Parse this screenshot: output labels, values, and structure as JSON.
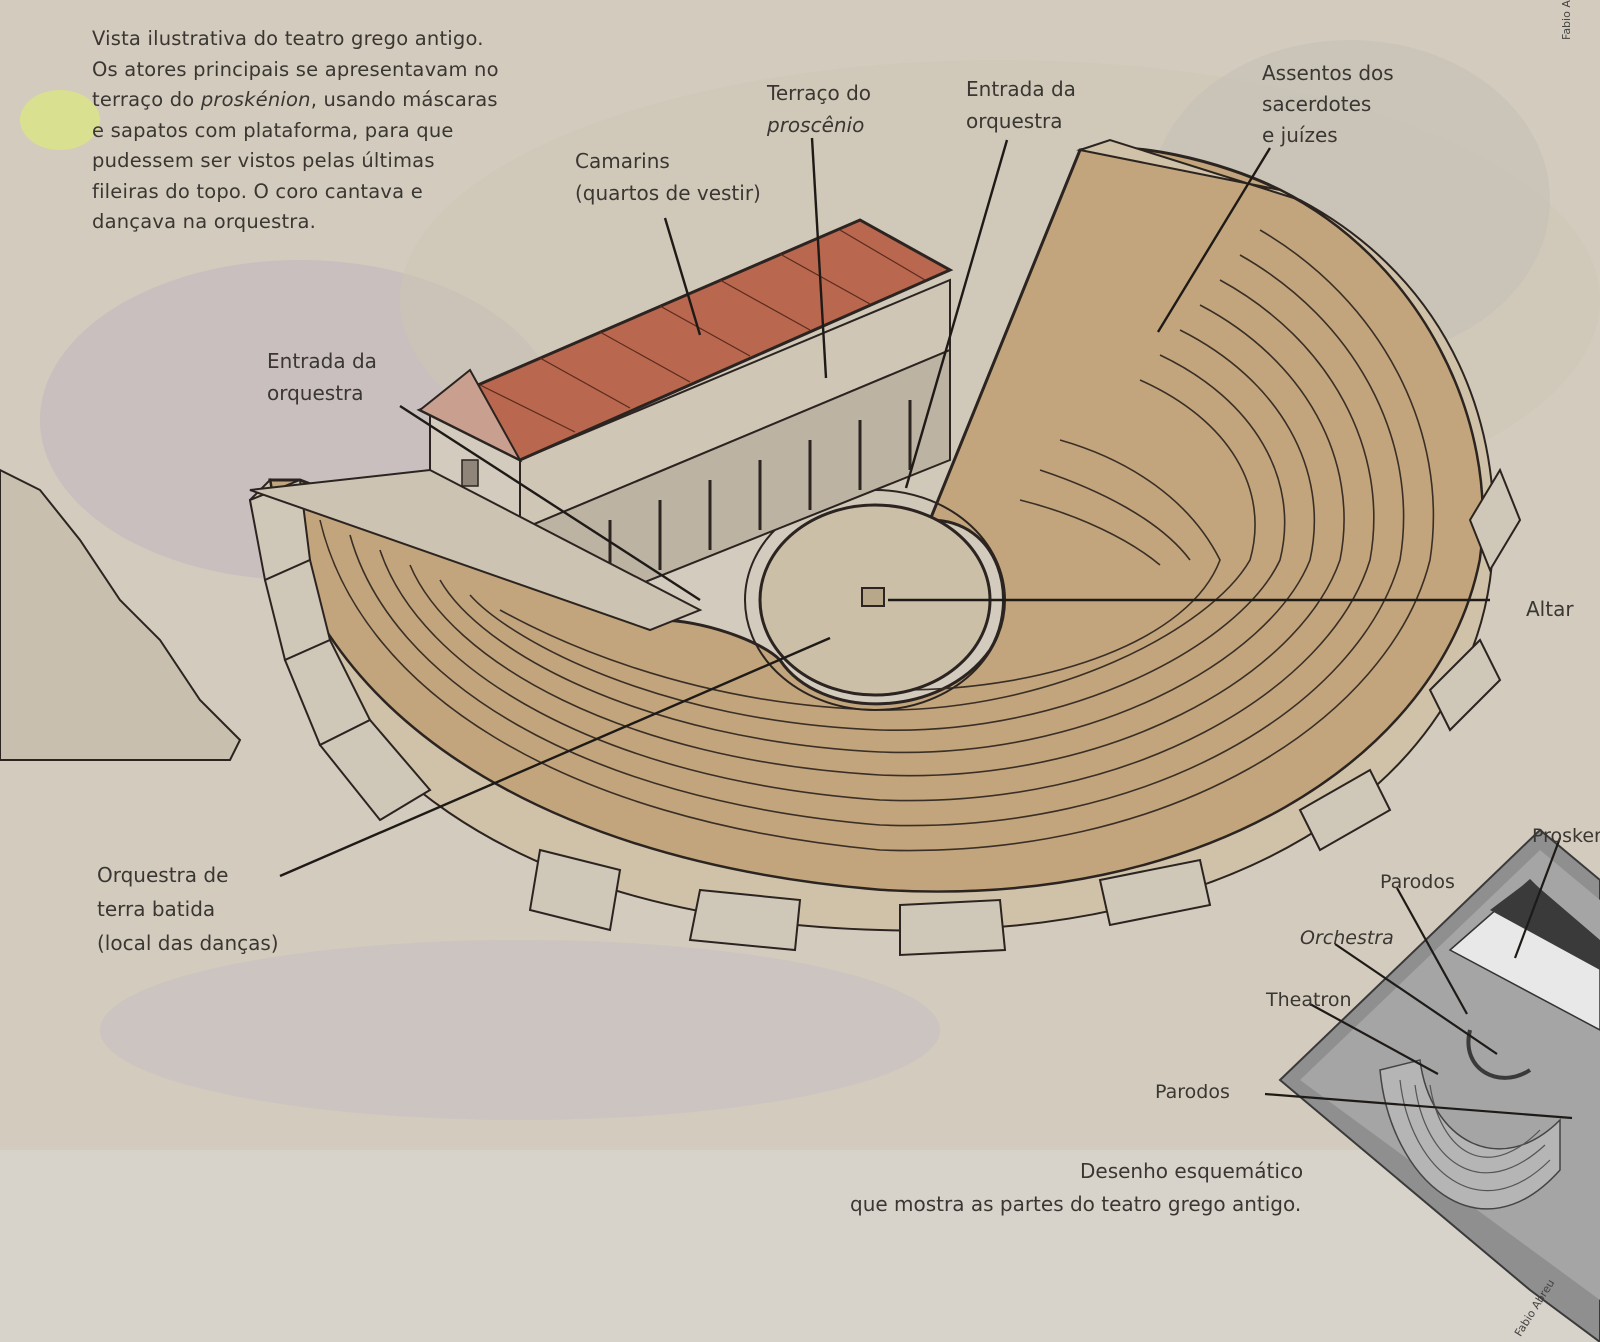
{
  "intro": {
    "lines": [
      "Vista ilustrativa do teatro grego antigo.",
      "Os atores principais se apresentavam no",
      "terraço do ",
      "e sapatos com plataforma, para que",
      "pudessem ser vistos pelas últimas",
      "fileiras do topo. O coro cantava e",
      "dançava na orquestra."
    ],
    "line3_italic": "proskénion",
    "line3_rest": ", usando máscaras"
  },
  "labels": {
    "camarins": [
      "Camarins",
      "(quartos de vestir)"
    ],
    "terraco": [
      "Terraço do",
      "proscênio"
    ],
    "entrada_right": [
      "Entrada da",
      "orquestra"
    ],
    "entrada_left": [
      "Entrada da",
      "orquestra"
    ],
    "assentos": [
      "Assentos dos",
      "sacerdotes",
      "e juízes"
    ],
    "altar": "Altar",
    "orquestra_terra": [
      "Orquestra de",
      "terra batida",
      "(local das danças)"
    ]
  },
  "schematic": {
    "prosken": "Prosken",
    "parodos_top": "Parodos",
    "orchestra": "Orchestra",
    "theatron": "Theatron",
    "parodos_bottom": "Parodos"
  },
  "caption": [
    "Desenho esquemático",
    "que mostra as partes  do teatro grego antigo."
  ],
  "credits": {
    "top": "Fabio Abreu",
    "bottom": "Fabio Abreu"
  },
  "colors": {
    "roof": "#b9674e",
    "seats": "#c2a57c",
    "ink": "#2b2420",
    "ground": "#cdc3b2"
  }
}
